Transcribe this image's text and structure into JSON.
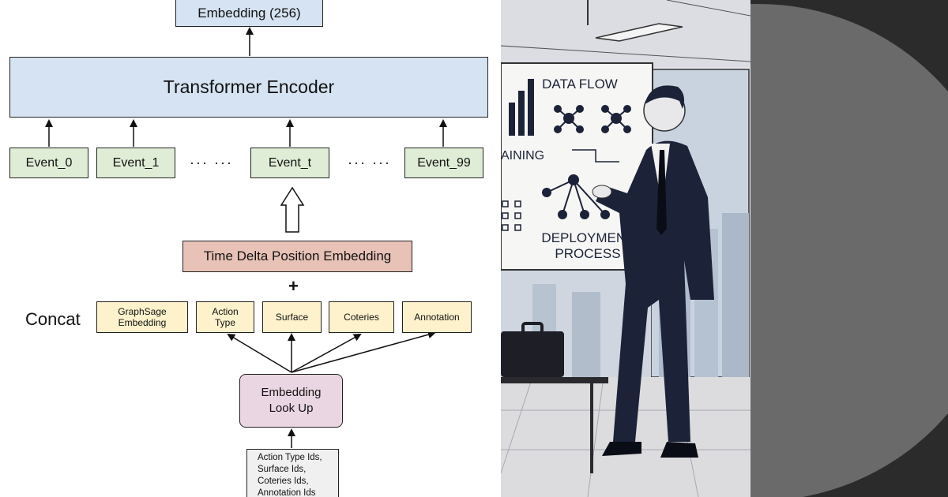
{
  "diagram": {
    "output_box": "Embedding (256)",
    "encoder": "Transformer Encoder",
    "events": [
      "Event_0",
      "Event_1",
      "Event_t",
      "Event_99"
    ],
    "ellipsis": "··· ···",
    "position_embedding": "Time Delta Position Embedding",
    "plus": "+",
    "concat_label": "Concat",
    "features": {
      "graphsage": "GraphSage Embedding",
      "action_type": "Action Type",
      "surface": "Surface",
      "coteries": "Coteries",
      "annotation": "Annotation"
    },
    "lookup": "Embedding Look Up",
    "ids": [
      "Action Type Ids,",
      "Surface Ids,",
      "Coteries Ids,",
      "Annotation Ids"
    ]
  },
  "illustration": {
    "whiteboard": {
      "title": "DATA FLOW",
      "side_text": "AINING",
      "bottom_line1": "DEPLOYMENT",
      "bottom_line2": "PROCESS"
    }
  },
  "colors": {
    "encoder_fill": "#d5e3f2",
    "event_fill": "#dfedd7",
    "position_fill": "#e8c2b6",
    "feature_fill": "#fdf2cc",
    "lookup_fill": "#ead6e2",
    "suit": "#1c2238"
  }
}
